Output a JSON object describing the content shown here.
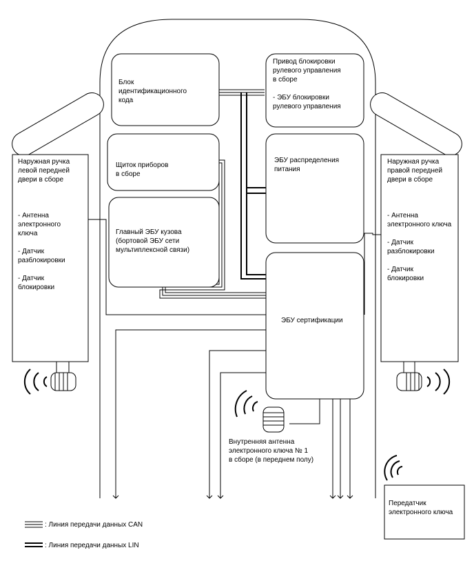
{
  "blocks": {
    "id_code_box": "Блок\nидентификационного\nкода",
    "steering_lock": "Привод блокировки\nрулевого управления\nв сборе\n\n- ЭБУ блокировки\nрулевого управления",
    "instrument_panel": "Щиток приборов\nв сборе",
    "power_distribution_ecu": "ЭБУ распределения\nпитания",
    "main_body_ecu": "Главный ЭБУ кузова\n(бортовой ЭБУ сети\nмультиплексной связи)",
    "certification_ecu": "ЭБУ сертификации",
    "left_door_handle": "Наружная ручка\nлевой передней\nдвери в сборе\n\n\n\n- Антенна\nэлектронного\nключа\n\n- Датчик\nразблокировки\n\n- Датчик\nблокировки",
    "right_door_handle": "Наружная ручка\nправой передней\nдвери в сборе\n\n\n\n- Антенна\nэлектронного ключа\n\n- Датчик\nразблокировки\n\n- Датчик\nблокировки",
    "inner_antenna": "Внутренняя антенна\nэлектронного ключа № 1\nв сборе (в переднем полу)",
    "key_transmitter": "Передатчик\nэлектронного ключа"
  },
  "legend": {
    "can": ": Линия передачи данных CAN",
    "lin": ": Линия передачи данных LIN"
  }
}
